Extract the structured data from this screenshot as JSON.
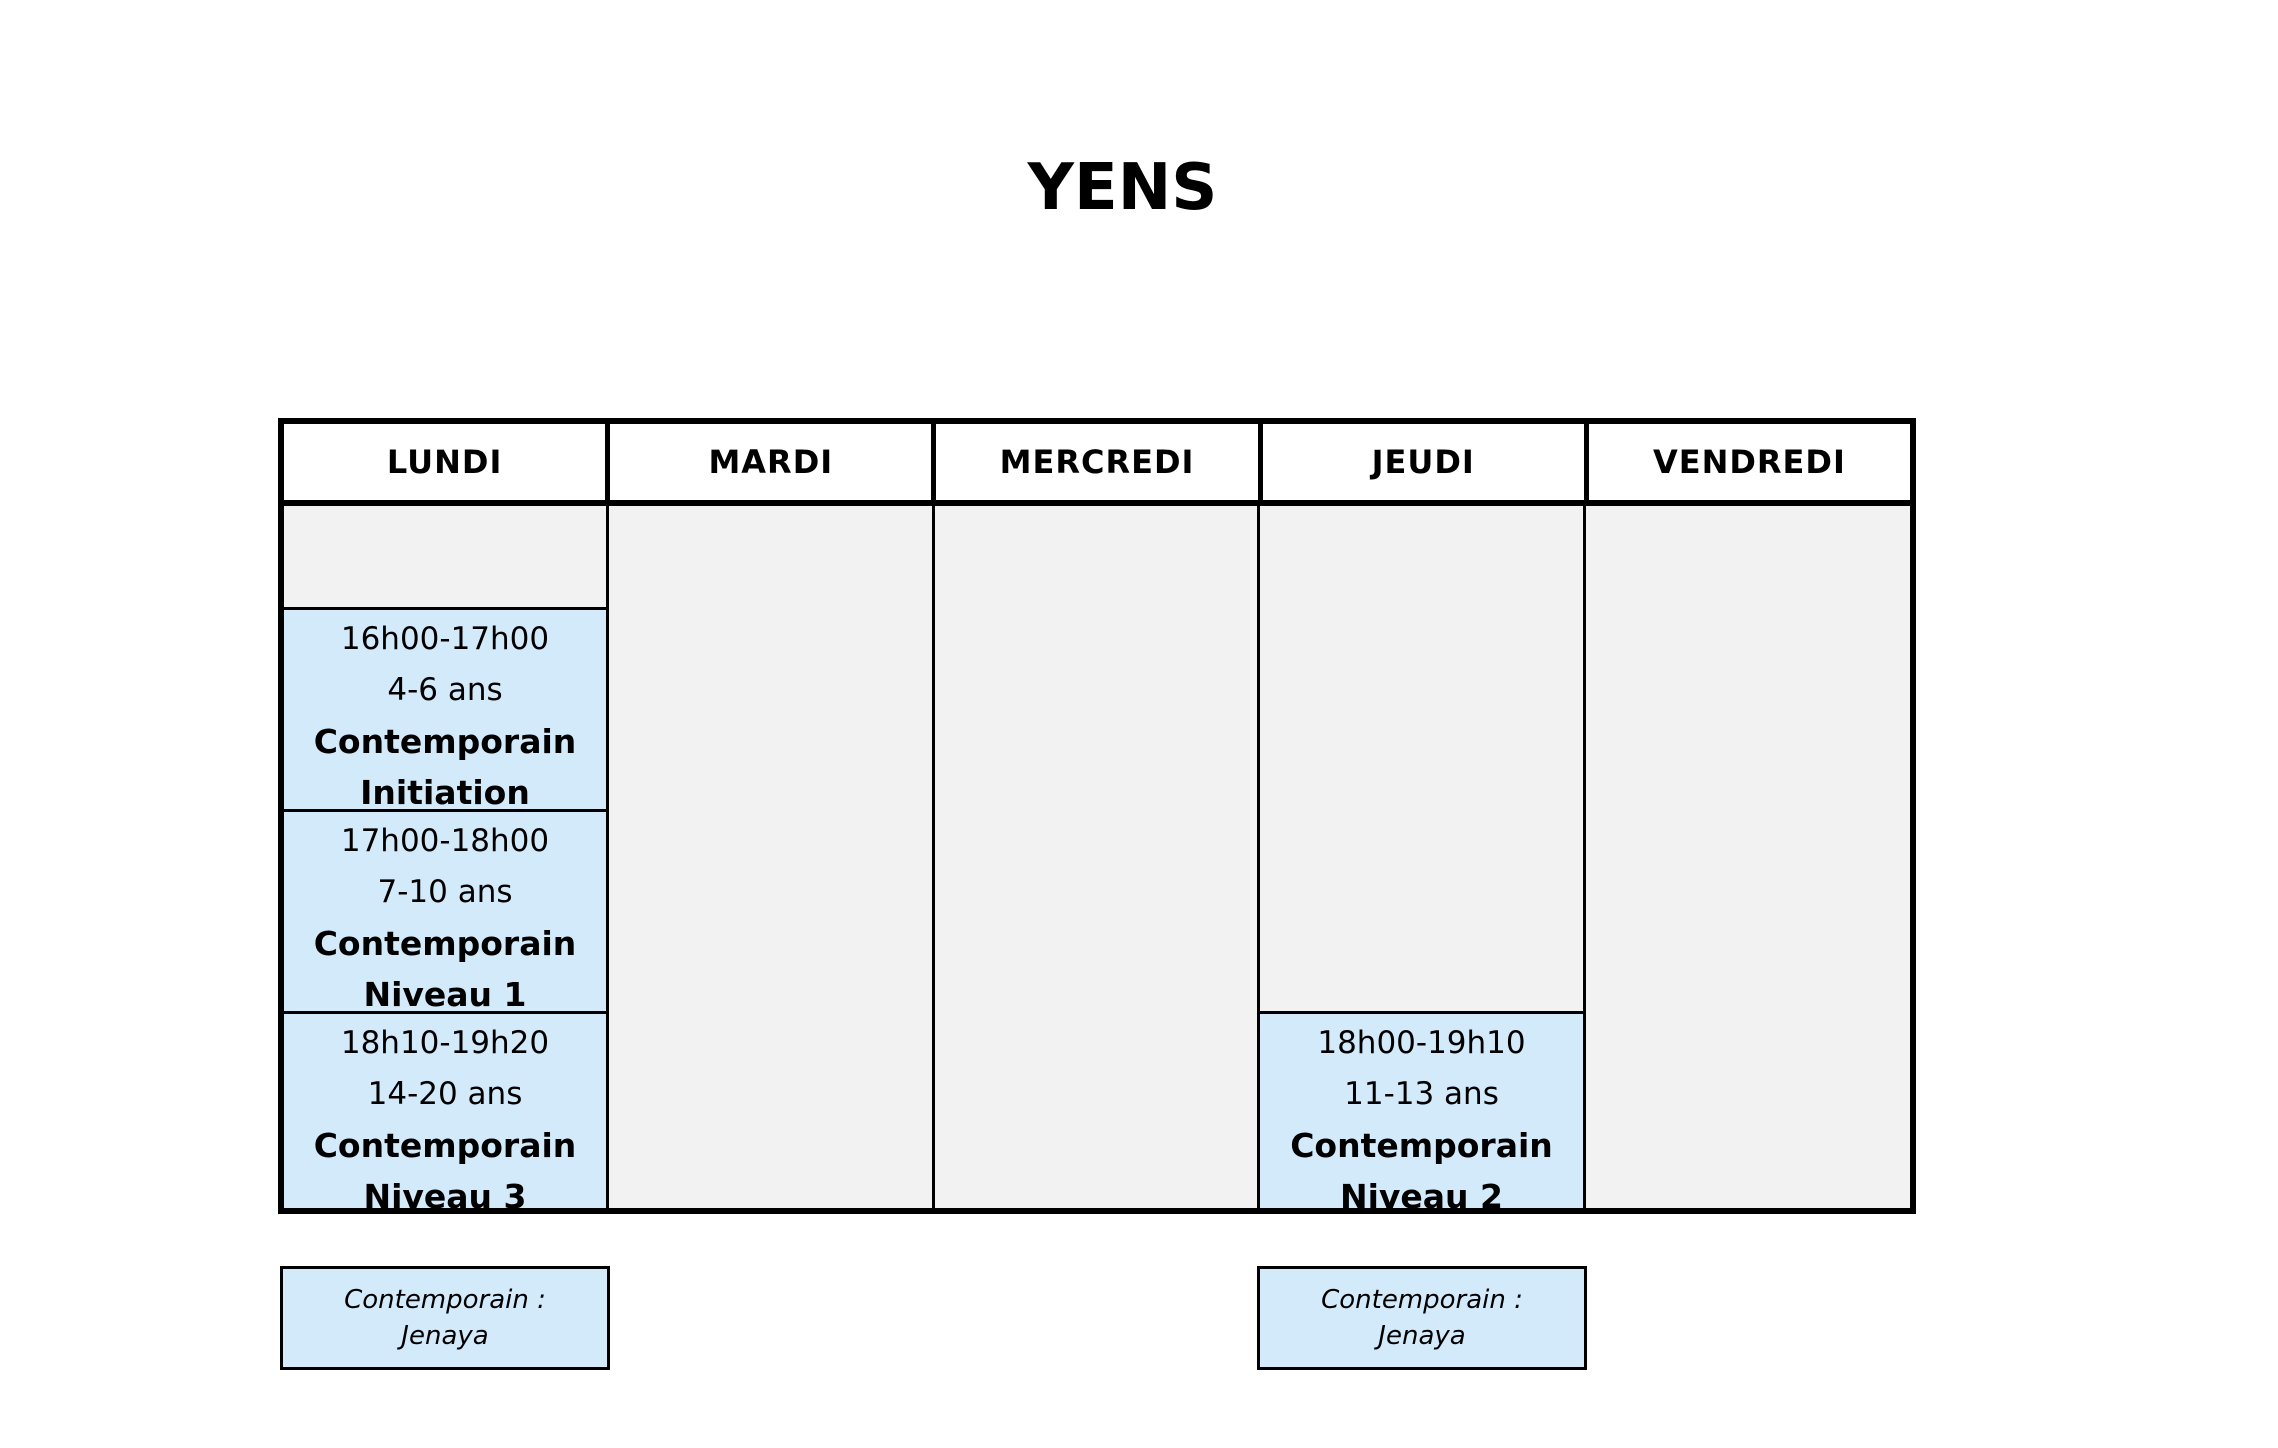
{
  "title": "YENS",
  "days": [
    "LUNDI",
    "MARDI",
    "MERCREDI",
    "JEUDI",
    "VENDREDI"
  ],
  "lessons": {
    "lundi_1": {
      "time": "16h00-17h00",
      "age": "4-6 ans",
      "style": "Contemporain",
      "level": "Initiation"
    },
    "lundi_2": {
      "time": "17h00-18h00",
      "age": "7-10 ans",
      "style": "Contemporain",
      "level": "Niveau 1"
    },
    "lundi_3": {
      "time": "18h10-19h20",
      "age": "14-20 ans",
      "style": "Contemporain",
      "level": "Niveau 3"
    },
    "jeudi_1": {
      "time": "18h00-19h10",
      "age": "11-13 ans",
      "style": "Contemporain",
      "level": "Niveau 2"
    }
  },
  "teachers": {
    "lundi": {
      "style": "Contemporain :",
      "name": "Jenaya"
    },
    "jeudi": {
      "style": "Contemporain :",
      "name": "Jenaya"
    }
  },
  "colors": {
    "lesson_fill": "#d3eafb",
    "empty_fill": "#f2f2f2"
  }
}
